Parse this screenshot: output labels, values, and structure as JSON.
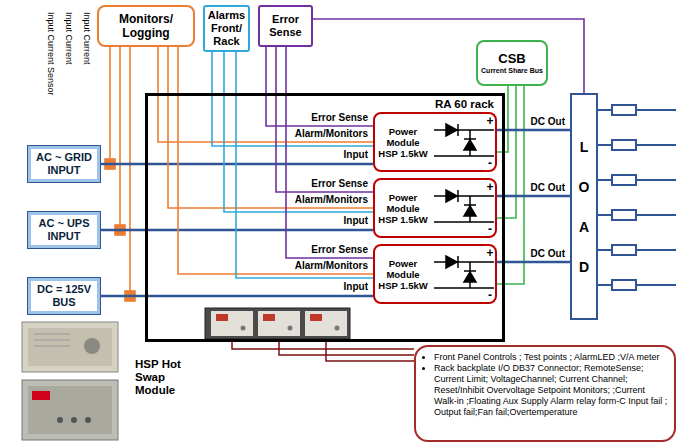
{
  "diagram": {
    "nodes": [
      {
        "text": [
          "Monitors/ Logging"
        ]
      },
      {
        "text": [
          "Alarms Front/ Rack"
        ]
      },
      {
        "text": [
          "Error Sense"
        ]
      },
      {
        "text": [
          "CSB",
          "Current Share Bus"
        ]
      },
      {
        "text": [
          "AC ~ GRID INPUT"
        ]
      },
      {
        "text": [
          "AC ~ UPS INPUT"
        ]
      },
      {
        "text": [
          "DC = 125V BUS"
        ]
      },
      {
        "text": [
          "RA 60 rack"
        ]
      },
      {
        "text": [
          "Power Module HSP 1.5kW"
        ],
        "in": 7
      },
      {
        "text": [
          "Power Module HSP 1.5kW"
        ],
        "in": 7
      },
      {
        "text": [
          "Power Module HSP 1.5kW"
        ],
        "in": 7
      },
      {
        "text": [
          "LOAD"
        ]
      },
      {
        "text": [
          "Front Panel Controls ; Test points ; AlarmLED ;V/A meter",
          "Rack backplate I/O DB37 Connector; RemoteSense; Current Limit; VoltageChannel; Current Channel; Reset/Inhibit Overvoltage Setpoint Monitors; ;Current Walk-in ;Floating Aux Supply Alarm relay form-C Input fail ; Output fail;Fan fail;Overtemperature"
        ]
      }
    ],
    "edges": [
      {
        "from": 4,
        "to": 8,
        "arrow": "none"
      },
      {
        "from": 5,
        "to": 9,
        "arrow": "none"
      },
      {
        "from": 6,
        "to": 10,
        "arrow": "none"
      },
      {
        "from": 0,
        "to": 8,
        "arrow": "none"
      },
      {
        "from": 0,
        "to": 9,
        "arrow": "none"
      },
      {
        "from": 0,
        "to": 10,
        "arrow": "none"
      },
      {
        "from": 1,
        "to": 8,
        "arrow": "none"
      },
      {
        "from": 1,
        "to": 9,
        "arrow": "none"
      },
      {
        "from": 1,
        "to": 10,
        "arrow": "none"
      },
      {
        "from": 2,
        "to": 8,
        "arrow": "none"
      },
      {
        "from": 2,
        "to": 9,
        "arrow": "none"
      },
      {
        "from": 2,
        "to": 10,
        "arrow": "none"
      },
      {
        "from": 2,
        "to": 11,
        "arrow": "none"
      },
      {
        "from": 3,
        "to": 8,
        "arrow": "none"
      },
      {
        "from": 3,
        "to": 9,
        "arrow": "none"
      },
      {
        "from": 3,
        "to": 10,
        "arrow": "none"
      },
      {
        "from": 8,
        "to": 11,
        "label": "DC Out",
        "arrow": "none"
      },
      {
        "from": 9,
        "to": 11,
        "label": "DC Out",
        "arrow": "none"
      },
      {
        "from": 10,
        "to": 11,
        "label": "DC Out",
        "arrow": "none"
      }
    ],
    "labels": [
      "Input Current Sensor",
      "Input Current",
      "Input Current",
      "Error Sense",
      "Alarm/Monitors",
      "Input",
      "Error Sense",
      "Alarm/Monitors",
      "Input",
      "Error Sense",
      "Alarm/Monitors",
      "Input",
      "+",
      "-",
      "+",
      "-",
      "+",
      "-",
      "HSP Hot Swap Module"
    ]
  }
}
